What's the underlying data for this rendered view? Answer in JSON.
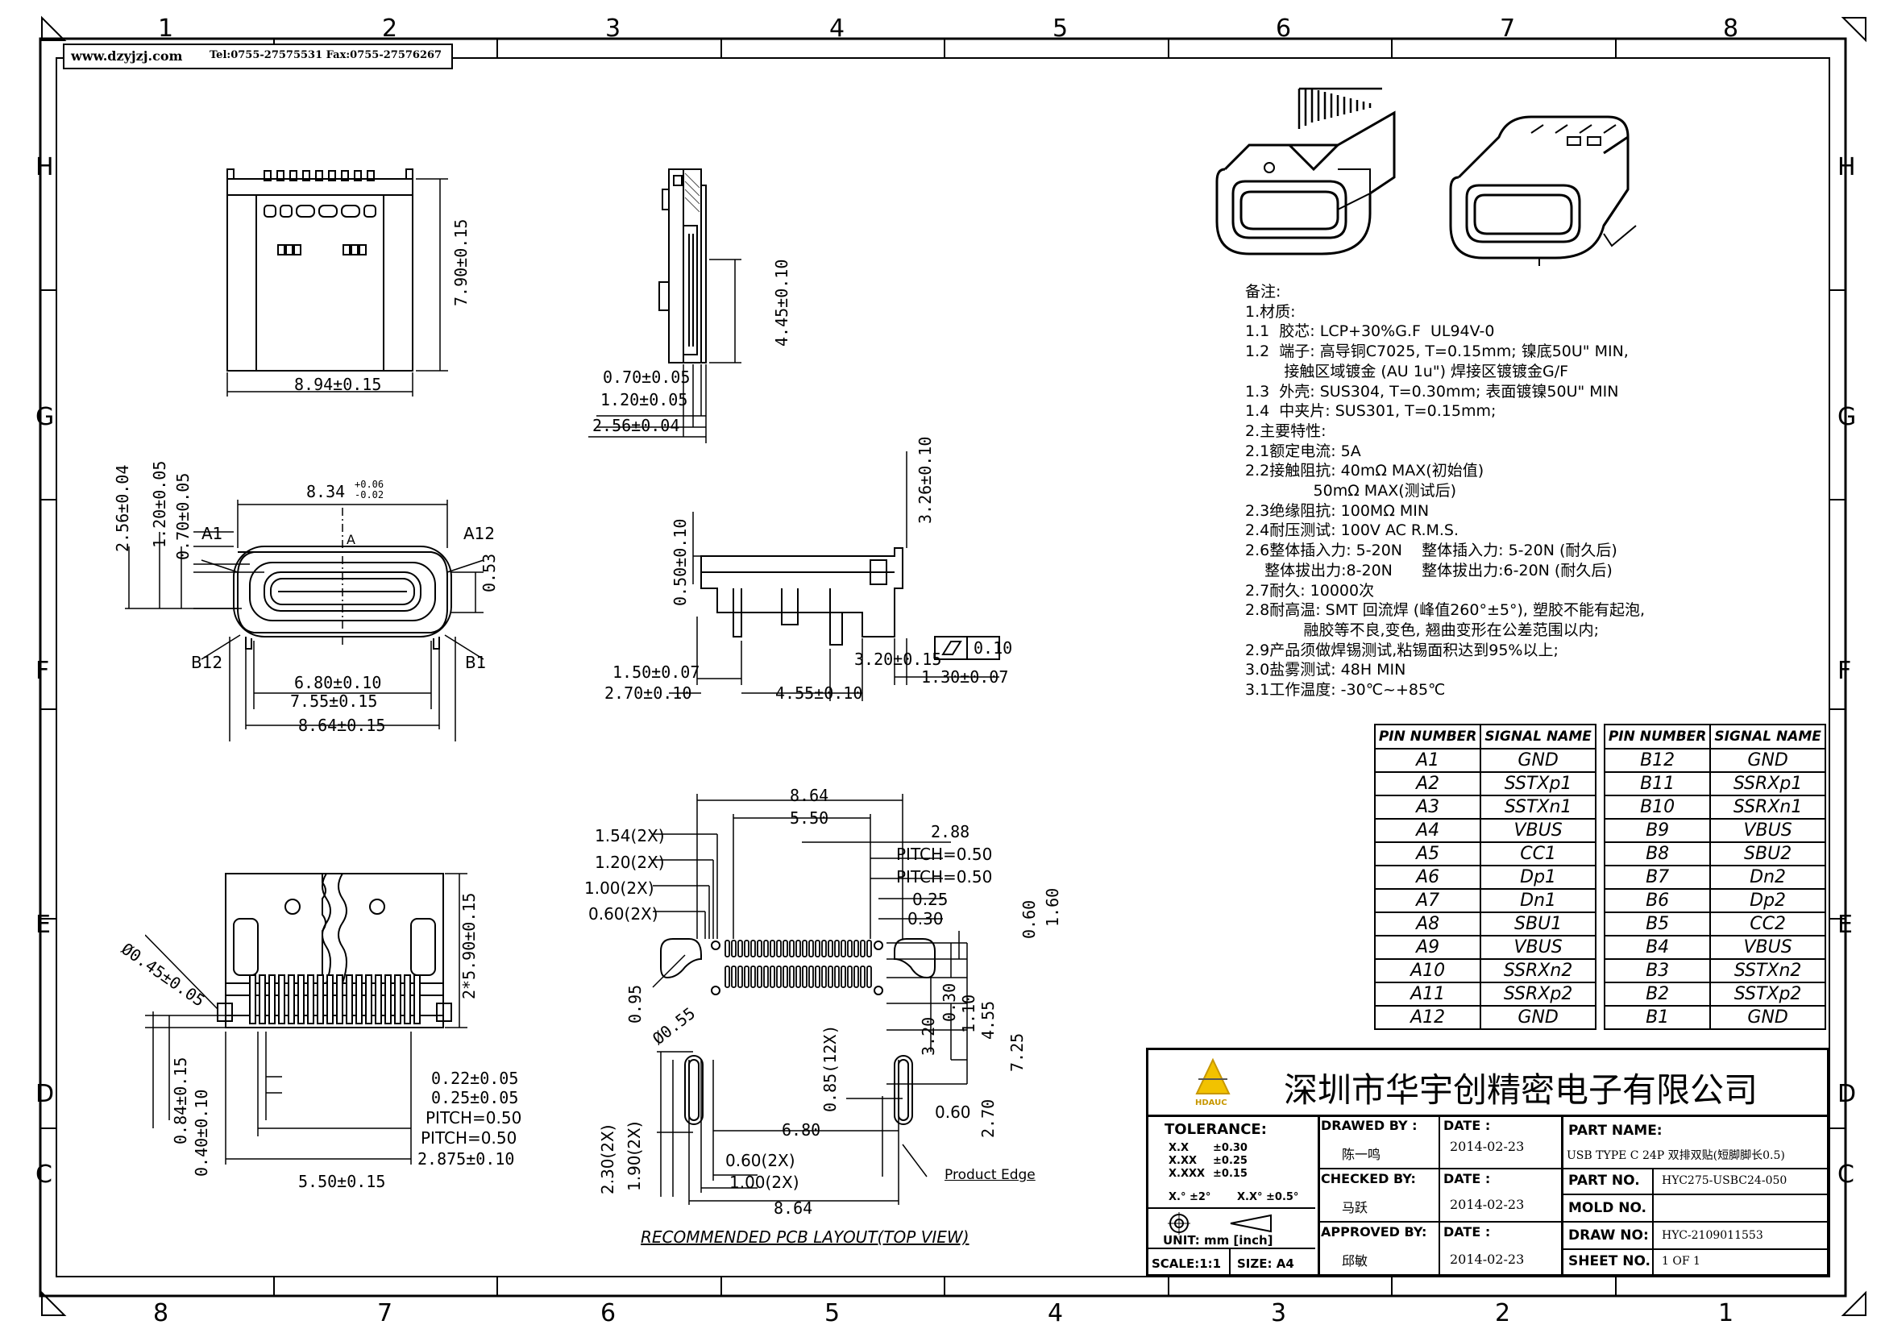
{
  "header": {
    "website": "www.dzyjzj.com",
    "contact": "Tel:0755-27575531 Fax:0755-27576267"
  },
  "zones": {
    "top": [
      "1",
      "2",
      "3",
      "4",
      "5",
      "6",
      "7",
      "8"
    ],
    "bottom": [
      "8",
      "7",
      "6",
      "5",
      "4",
      "3",
      "2",
      "1"
    ],
    "left": [
      "H",
      "G",
      "F",
      "E",
      "D",
      "C"
    ],
    "right": [
      "H",
      "G",
      "F",
      "E",
      "D",
      "C"
    ]
  },
  "views": {
    "front": {
      "width": "8.94±0.15",
      "height": "7.90±0.15"
    },
    "side": {
      "d1": "0.70±0.05",
      "d2": "1.20±0.05",
      "d3": "2.56±0.04",
      "d4": "4.45±0.10"
    },
    "end": {
      "w1": "8.34",
      "w1_tol_up": "+0.06",
      "w1_tol_dn": "-0.02",
      "h1": "2.56±0.04",
      "h2": "1.20±0.05",
      "h3": "0.70±0.05",
      "h4": "0.53",
      "a1": "A1",
      "a12": "A12",
      "b12": "B12",
      "b1": "B1",
      "datum": "A",
      "w2": "6.80±0.10",
      "w3": "7.55±0.15",
      "w4": "8.64±0.15"
    },
    "profile": {
      "h1": "3.26±0.10",
      "h2": "0.50±0.10",
      "w1": "1.50±0.07",
      "w2": "2.70±0.10",
      "w3": "4.55±0.10",
      "w4": "3.20±0.15",
      "w5": "1.30±0.07",
      "flat_tol": "0.10"
    },
    "bottom": {
      "dia": "Ø0.45±0.05",
      "h1": "2*5.90±0.15",
      "h2": "0.84±0.15",
      "h3": "0.40±0.10",
      "p1": "0.22±0.05",
      "p2": "0.25±0.05",
      "p3": "PITCH=0.50",
      "p4": "PITCH=0.50",
      "p5": "2.875±0.10",
      "w1": "5.50±0.15"
    },
    "pcb": {
      "w864": "8.64",
      "w550": "5.50",
      "w288": "2.88",
      "p1": "PITCH=0.50",
      "p2": "PITCH=0.50",
      "d154": "1.54(2X)",
      "d120": "1.20(2X)",
      "d100": "1.00(2X)",
      "d060": "0.60(2X)",
      "d025": "0.25",
      "d030": "0.30",
      "h060": "0.60",
      "h160": "1.60",
      "h095": "0.95",
      "dia055": "Ø0.55",
      "h085": "0.85(12X)",
      "h030": "0.30",
      "h110": "1.10",
      "h455": "4.55",
      "h320": "3.20",
      "h725": "7.25",
      "h270": "2.70",
      "w060": "0.60",
      "w680": "6.80",
      "h230": "2.30(2X)",
      "h190": "1.90(2X)",
      "b060": "0.60(2X)",
      "b100": "1.00(2X)",
      "b864": "8.64",
      "edge": "Product Edge",
      "caption": "RECOMMENDED PCB LAYOUT(TOP VIEW)"
    }
  },
  "notes": [
    "备注:",
    "1.材质:",
    "1.1  胶芯: LCP+30%G.F  UL94V-0",
    "1.2  端子: 高导铜C7025, T=0.15mm; 镍底50U\" MIN,",
    "        接触区域镀金 (AU 1u\") 焊接区镀镀金G/F",
    "1.3  外壳: SUS304, T=0.30mm; 表面镀镍50U\" MIN",
    "1.4  中夹片: SUS301, T=0.15mm;",
    "2.主要特性:",
    "2.1额定电流: 5A",
    "2.2接触阻抗: 40mΩ MAX(初始值)",
    "              50mΩ MAX(测试后)",
    "2.3绝缘阻抗: 100MΩ MIN",
    "2.4耐压测试: 100V AC R.M.S.",
    "2.6整体插入力: 5-20N    整体插入力: 5-20N (耐久后)",
    "    整体拔出力:8-20N      整体拔出力:6-20N (耐久后)",
    "2.7耐久: 10000次",
    "2.8耐高温: SMT 回流焊 (峰值260°±5°), 塑胶不能有起泡,",
    "            融胶等不良,变色, 翘曲变形在公差范围以内;",
    "2.9产品须做焊锡测试,粘锡面积达到95%以上;",
    "3.0盐雾测试: 48H MIN",
    "3.1工作温度: -30℃~+85℃"
  ],
  "pins_a": {
    "headers": [
      "PIN NUMBER",
      "SIGNAL NAME"
    ],
    "rows": [
      [
        "A1",
        "GND"
      ],
      [
        "A2",
        "SSTXp1"
      ],
      [
        "A3",
        "SSTXn1"
      ],
      [
        "A4",
        "VBUS"
      ],
      [
        "A5",
        "CC1"
      ],
      [
        "A6",
        "Dp1"
      ],
      [
        "A7",
        "Dn1"
      ],
      [
        "A8",
        "SBU1"
      ],
      [
        "A9",
        "VBUS"
      ],
      [
        "A10",
        "SSRXn2"
      ],
      [
        "A11",
        "SSRXp2"
      ],
      [
        "A12",
        "GND"
      ]
    ]
  },
  "pins_b": {
    "headers": [
      "PIN NUMBER",
      "SIGNAL NAME"
    ],
    "rows": [
      [
        "B12",
        "GND"
      ],
      [
        "B11",
        "SSRXp1"
      ],
      [
        "B10",
        "SSRXn1"
      ],
      [
        "B9",
        "VBUS"
      ],
      [
        "B8",
        "SBU2"
      ],
      [
        "B7",
        "Dn2"
      ],
      [
        "B6",
        "Dp2"
      ],
      [
        "B5",
        "CC2"
      ],
      [
        "B4",
        "VBUS"
      ],
      [
        "B3",
        "SSTXn2"
      ],
      [
        "B2",
        "SSTXp2"
      ],
      [
        "B1",
        "GND"
      ]
    ]
  },
  "title_block": {
    "company": "深圳市华宇创精密电子有限公司",
    "logo_text": "HDAUC",
    "tolerance_label": "TOLERANCE:",
    "tol_rows": [
      [
        "X.X",
        "±0.30"
      ],
      [
        "X.XX",
        "±0.25"
      ],
      [
        "X.XXX",
        "±0.15"
      ]
    ],
    "angle1": "X.° ±2°",
    "angle2": "X.X° ±0.5°",
    "unit": "UNIT: mm [inch]",
    "scale": "SCALE:1:1",
    "size": "SIZE: A4",
    "drawn_by_label": "DRAWED BY :",
    "drawn_by": "陈一鸣",
    "checked_by_label": "CHECKED BY:",
    "checked_by": "马跃",
    "approved_by_label": "APPROVED BY:",
    "approved_by": "邱敏",
    "date_label": "DATE :",
    "date1": "2014-02-23",
    "date2": "2014-02-23",
    "date3": "2014-02-23",
    "part_name_label": "PART NAME:",
    "part_name": "USB TYPE C 24P 双排双贴(短脚脚长0.5)",
    "part_no_label": "PART NO.",
    "part_no": "HYC275-USBC24-050",
    "mold_no_label": "MOLD NO.",
    "mold_no": "",
    "draw_no_label": "DRAW NO:",
    "draw_no": "HYC-2109011553",
    "sheet_no_label": "SHEET NO.",
    "sheet_no": "1 OF 1"
  }
}
